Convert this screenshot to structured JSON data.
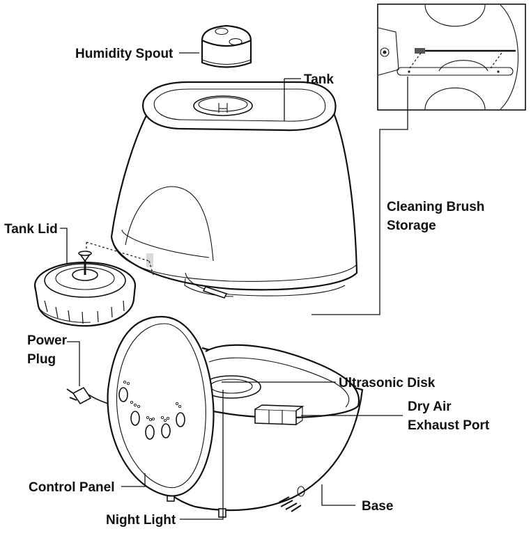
{
  "labels": {
    "humidity_spout": "Humidity Spout",
    "tank": "Tank",
    "cleaning_brush_storage_line1": "Cleaning Brush",
    "cleaning_brush_storage_line2": "Storage",
    "tank_lid": "Tank Lid",
    "power_plug_line1": "Power",
    "power_plug_line2": "Plug",
    "ultrasonic_disk": "Ultrasonic Disk",
    "dry_air_exhaust_port_line1": "Dry Air",
    "dry_air_exhaust_port_line2": "Exhaust Port",
    "control_panel": "Control Panel",
    "base": "Base",
    "night_light": "Night Light"
  },
  "colors": {
    "ink": "#111111",
    "shade": "#d9d9d9",
    "background": "#ffffff"
  }
}
